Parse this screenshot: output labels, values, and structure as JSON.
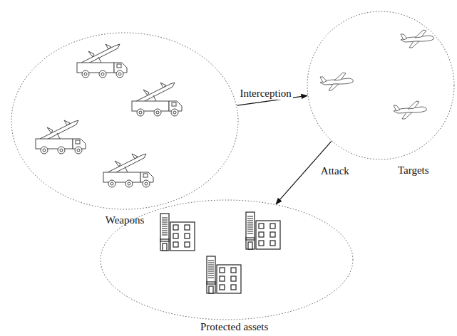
{
  "diagram": {
    "nodes": [
      {
        "text": [
          "Weapons"
        ]
      },
      {
        "text": [
          "Targets"
        ]
      },
      {
        "text": [
          "Protected assets"
        ]
      }
    ],
    "edges": [
      {
        "from": 0,
        "to": 1,
        "arrow": "to",
        "label": "Interception"
      },
      {
        "from": 1,
        "to": 2,
        "arrow": "to",
        "label": "Attack"
      }
    ]
  }
}
